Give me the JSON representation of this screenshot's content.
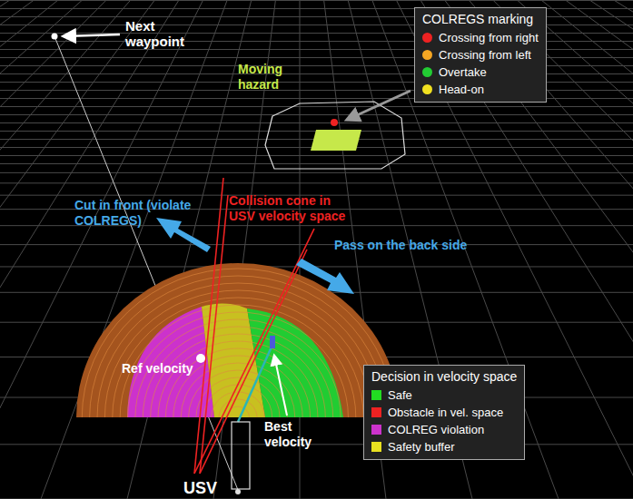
{
  "diagram": {
    "labels": [
      "Next waypoint",
      "Moving hazard",
      "COLREGS marking",
      "Cut in front (violate COLREGS)",
      "Collision cone in USV velocity space",
      "Pass on the back side",
      "Ref velocity",
      "Best velocity",
      "USV",
      "Decision in velocity space"
    ],
    "legend": [
      {
        "text": "Crossing from right",
        "color": "#ee2222"
      },
      {
        "text": "Crossing from left",
        "color": "#f5a623"
      },
      {
        "text": "Overtake",
        "color": "#22cc33"
      },
      {
        "text": "Head-on",
        "color": "#f0e020"
      },
      {
        "text": "Safe",
        "color": "#22dd22"
      },
      {
        "text": "Obstacle in vel. space",
        "color": "#ee2222"
      },
      {
        "text": "COLREG violation",
        "color": "#cc33cc"
      },
      {
        "text": "Safety buffer",
        "color": "#e8e020"
      }
    ]
  }
}
